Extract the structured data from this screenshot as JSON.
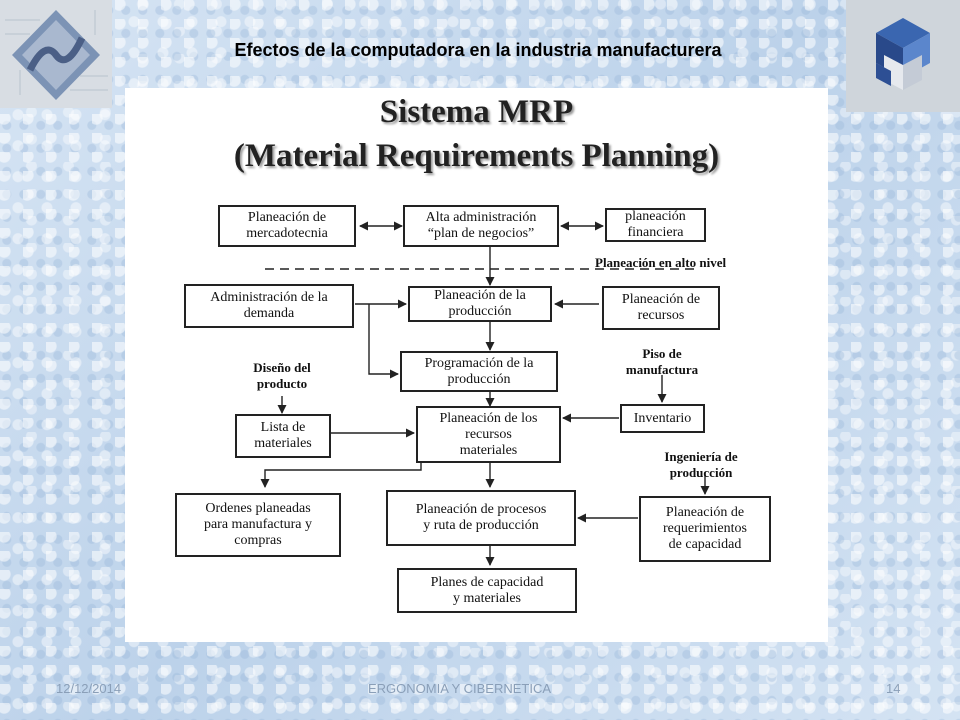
{
  "slide": {
    "title": "Efectos de la computadora en la industria manufacturera"
  },
  "diagram": {
    "title_line1": "Sistema MRP",
    "title_line2": "(Material Requirements Planning)",
    "boxes": {
      "mercadotecnia": "Planeación de\nmercadotecnia",
      "alta_admin": "Alta administración\n“plan de negocios”",
      "financiera": "planeación\nfinanciera",
      "admin_demanda": "Administración de la\ndemanda",
      "plan_produccion": "Planeación de la\nproducción",
      "plan_recursos": "Planeación de\nrecursos",
      "programacion": "Programación de la\nproducción",
      "lista_materiales": "Lista de\nmateriales",
      "recursos_materiales": "Planeación de los\nrecursos\nmateriales",
      "inventario": "Inventario",
      "ordenes": "Ordenes planeadas\npara manufactura y\ncompras",
      "procesos": "Planeación de procesos\ny ruta de producción",
      "capacidad_req": "Planeación de\nrequerimientos\nde capacidad",
      "planes_capacidad": "Planes de capacidad\ny materiales"
    },
    "labels": {
      "alto_nivel": "Planeación en alto nivel",
      "diseno": "Diseño del\nproducto",
      "piso": "Piso de\nmanufactura",
      "ingenieria": "Ingeniería de\nproducción"
    }
  },
  "footer": {
    "date": "12/12/2014",
    "center": "ERGONOMIA Y CIBERNETICA",
    "page": "14"
  }
}
